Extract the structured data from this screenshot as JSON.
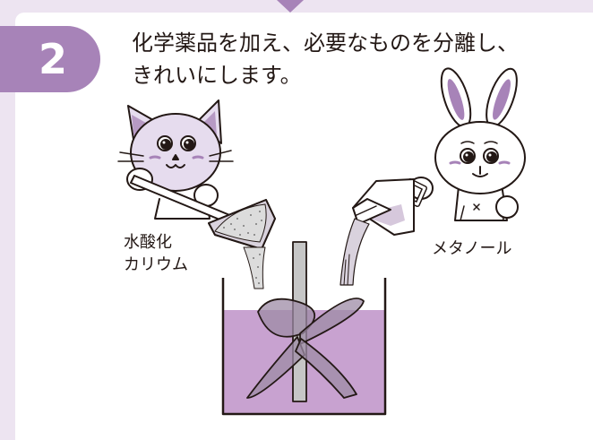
{
  "step": {
    "number": "2",
    "text_line1": "化学薬品を加え、必要なものを分離し、",
    "text_line2": "きれいにします。"
  },
  "labels": {
    "potassium_hydroxide_line1": "水酸化",
    "potassium_hydroxide_line2": "カリウム",
    "methanol": "メタノール"
  },
  "colors": {
    "accent": "#a783b8",
    "background": "#ede4f1",
    "liquid": "#c8a2d0",
    "cat_fill": "#e6dcee",
    "panel": "#ffffff"
  },
  "icons": [
    "cat-character",
    "rabbit-character",
    "scoop-icon",
    "pitcher-icon",
    "mixing-tank-icon",
    "stirrer-icon"
  ]
}
